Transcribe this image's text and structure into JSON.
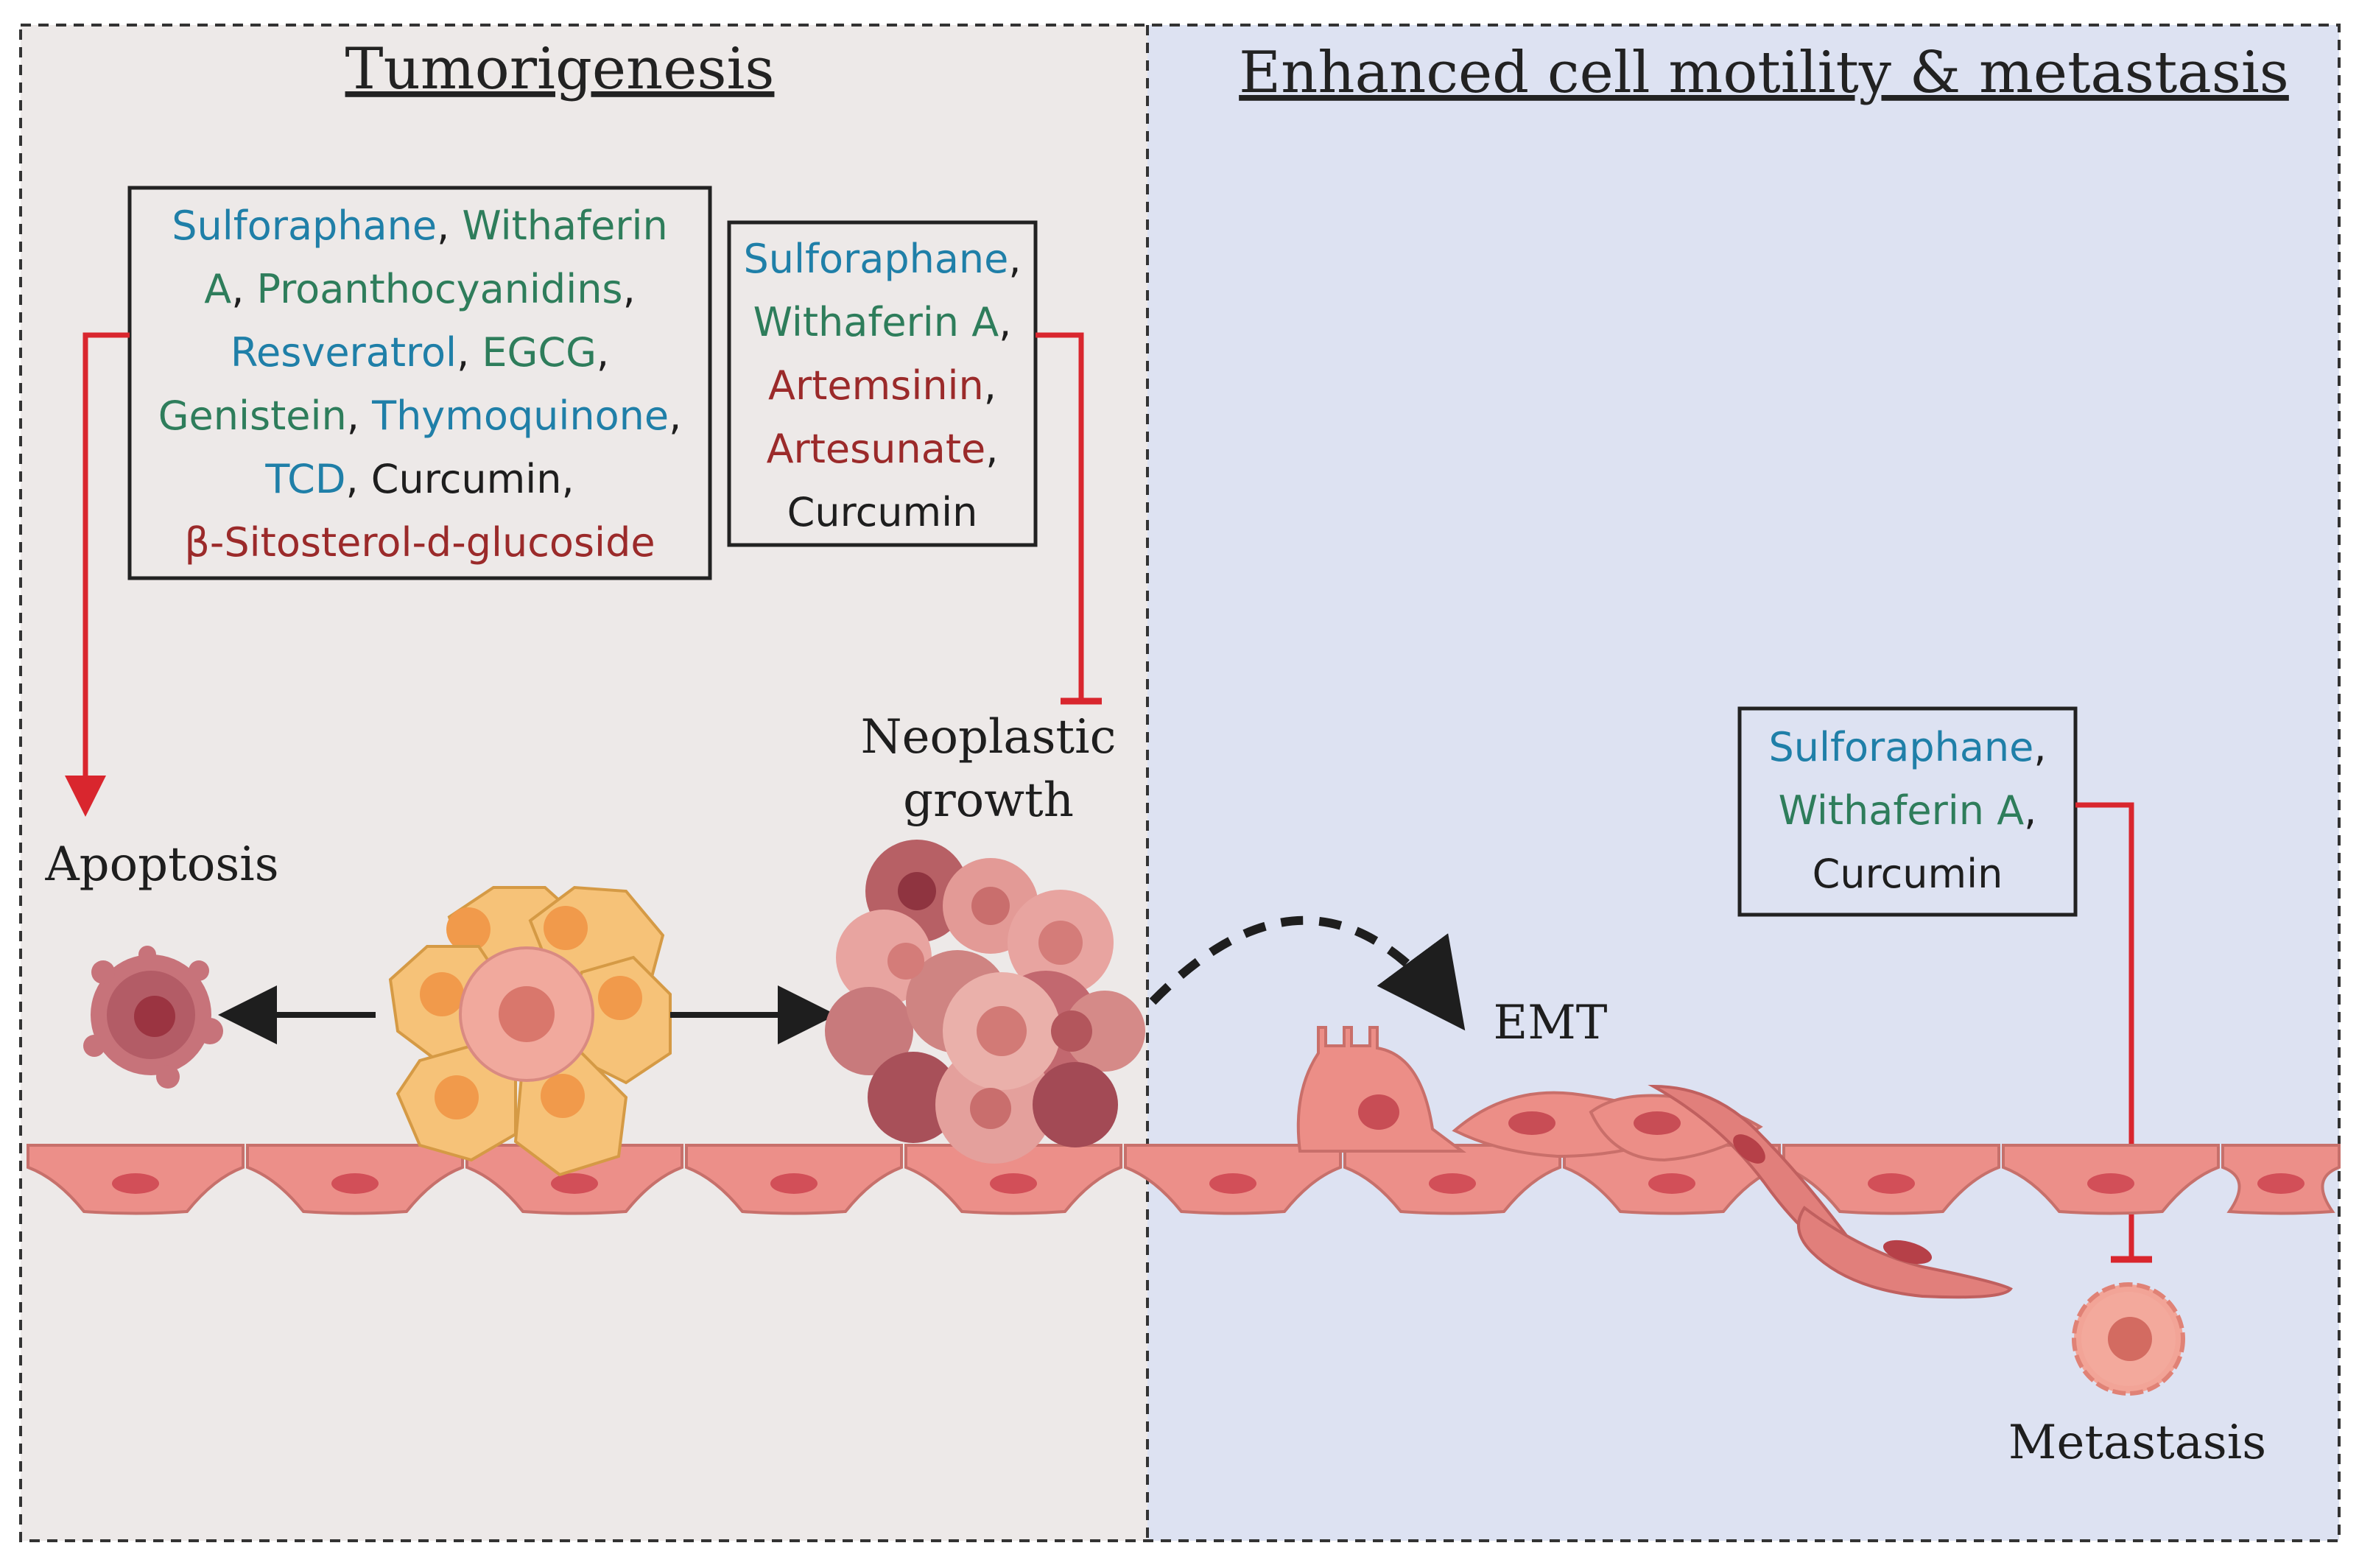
{
  "colors": {
    "blue": "#1f7fa8",
    "green": "#2e7d5b",
    "red": "#9b2a2a",
    "black": "#1e1e1e",
    "inhibit": "#d9262e",
    "left_bg": "#ede9e8",
    "right_bg": "#dde2f2"
  },
  "panels": {
    "left_title": "Tumorigenesis",
    "right_title": "Enhanced cell motility & metastasis"
  },
  "box1": {
    "lines": [
      [
        {
          "t": "Sulforaphane",
          "c": "blue"
        },
        {
          "t": ", ",
          "c": "black"
        },
        {
          "t": "Withaferin",
          "c": "green"
        }
      ],
      [
        {
          "t": "A",
          "c": "green"
        },
        {
          "t": ", ",
          "c": "black"
        },
        {
          "t": "Proanthocyanidins",
          "c": "green"
        },
        {
          "t": ",",
          "c": "black"
        }
      ],
      [
        {
          "t": "Resveratrol",
          "c": "blue"
        },
        {
          "t": ", ",
          "c": "black"
        },
        {
          "t": "EGCG",
          "c": "green"
        },
        {
          "t": ",",
          "c": "black"
        }
      ],
      [
        {
          "t": "Genistein",
          "c": "green"
        },
        {
          "t": ", ",
          "c": "black"
        },
        {
          "t": "Thymoquinone",
          "c": "blue"
        },
        {
          "t": ",",
          "c": "black"
        }
      ],
      [
        {
          "t": "TCD",
          "c": "blue"
        },
        {
          "t": ", Curcumin,",
          "c": "black"
        }
      ],
      [
        {
          "t": "β-Sitosterol-d-glucoside",
          "c": "red"
        }
      ]
    ]
  },
  "box2": {
    "lines": [
      [
        {
          "t": "Sulforaphane",
          "c": "blue"
        },
        {
          "t": ",",
          "c": "black"
        }
      ],
      [
        {
          "t": "Withaferin A",
          "c": "green"
        },
        {
          "t": ",",
          "c": "black"
        }
      ],
      [
        {
          "t": "Artemsinin",
          "c": "red"
        },
        {
          "t": ",",
          "c": "black"
        }
      ],
      [
        {
          "t": "Artesunate",
          "c": "red"
        },
        {
          "t": ",",
          "c": "black"
        }
      ],
      [
        {
          "t": "Curcumin",
          "c": "black"
        }
      ]
    ]
  },
  "box3": {
    "lines": [
      [
        {
          "t": "Sulforaphane",
          "c": "blue"
        },
        {
          "t": ",",
          "c": "black"
        }
      ],
      [
        {
          "t": "Withaferin A",
          "c": "green"
        },
        {
          "t": ",",
          "c": "black"
        }
      ],
      [
        {
          "t": "Curcumin",
          "c": "black"
        }
      ]
    ]
  },
  "labels": {
    "apoptosis": "Apoptosis",
    "neoplastic_1": "Neoplastic",
    "neoplastic_2": "growth",
    "emt": "EMT",
    "metastasis": "Metastasis"
  }
}
